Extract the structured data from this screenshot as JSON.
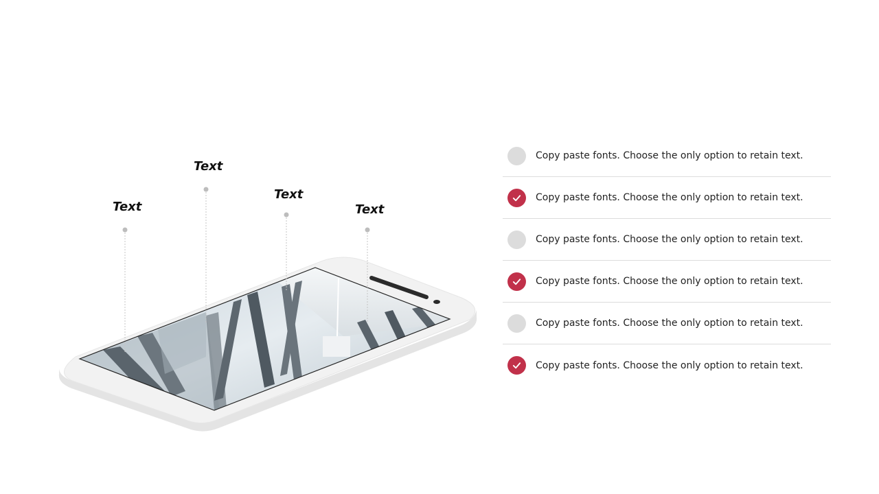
{
  "callouts": [
    {
      "label": "Text"
    },
    {
      "label": "Text"
    },
    {
      "label": "Text"
    },
    {
      "label": "Text"
    }
  ],
  "checklist": [
    {
      "text": "Copy paste fonts. Choose the only option to retain text.",
      "checked": false
    },
    {
      "text": "Copy paste fonts. Choose the only option to retain text.",
      "checked": true
    },
    {
      "text": "Copy paste fonts. Choose the only option to retain text.",
      "checked": false
    },
    {
      "text": "Copy paste fonts. Choose the only option to retain text.",
      "checked": true
    },
    {
      "text": "Copy paste fonts. Choose the only option to retain text.",
      "checked": false
    },
    {
      "text": "Copy paste fonts. Choose the only option to retain text.",
      "checked": true
    }
  ],
  "colors": {
    "accent": "#c1314a",
    "unchecked": "#dcdcdc",
    "divider": "#dcdcdc",
    "phone_body": "#f2f2f2"
  },
  "icons": {
    "phone": "smartphone-icon",
    "check": "checkmark-icon"
  }
}
